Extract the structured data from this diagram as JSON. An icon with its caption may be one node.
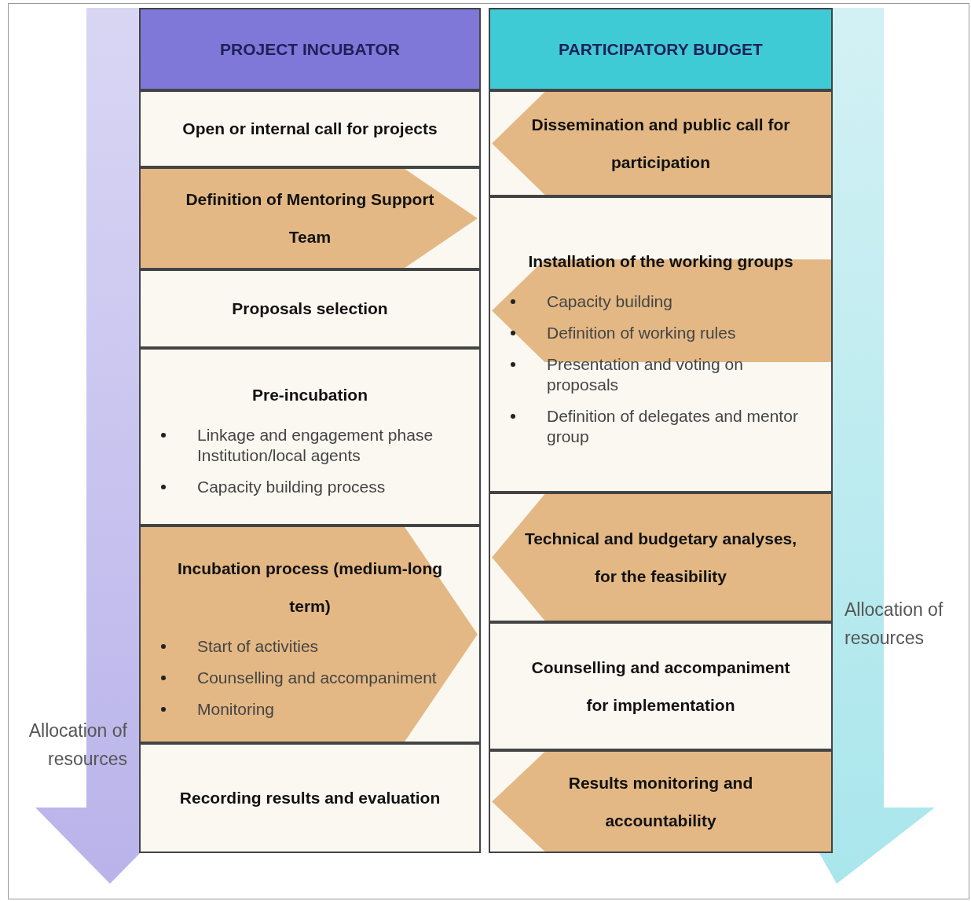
{
  "diagram": {
    "nodes": [
      {
        "text": [
          "PROJECT INCUBATOR"
        ]
      },
      {
        "text": [
          "Open or internal call for projects"
        ]
      },
      {
        "text": [
          "Definition of Mentoring Support Team"
        ]
      },
      {
        "text": [
          "Proposals selection"
        ]
      },
      {
        "text": [
          "Pre-incubation",
          "Linkage and engagement phase Institution/local agents",
          "Capacity building process"
        ]
      },
      {
        "text": [
          "Incubation process (medium-long term)",
          "Start of activities",
          "Counselling and accompaniment",
          "Monitoring"
        ]
      },
      {
        "text": [
          "Recording results and evaluation"
        ]
      },
      {
        "text": [
          "PARTICIPATORY BUDGET"
        ]
      },
      {
        "text": [
          "Dissemination and public call for participation"
        ]
      },
      {
        "text": [
          "Installation of the working groups",
          "Capacity building",
          "Definition of working rules",
          "Presentation and voting on proposals",
          "Definition of delegates and mentor group"
        ]
      },
      {
        "text": [
          "Technical and budgetary analyses, for the feasibility"
        ]
      },
      {
        "text": [
          "Counselling and accompaniment for implementation"
        ]
      },
      {
        "text": [
          "Results monitoring and accountability"
        ]
      }
    ],
    "edges": [],
    "labels": [
      "Allocation of resources",
      "Allocation of resources"
    ]
  }
}
